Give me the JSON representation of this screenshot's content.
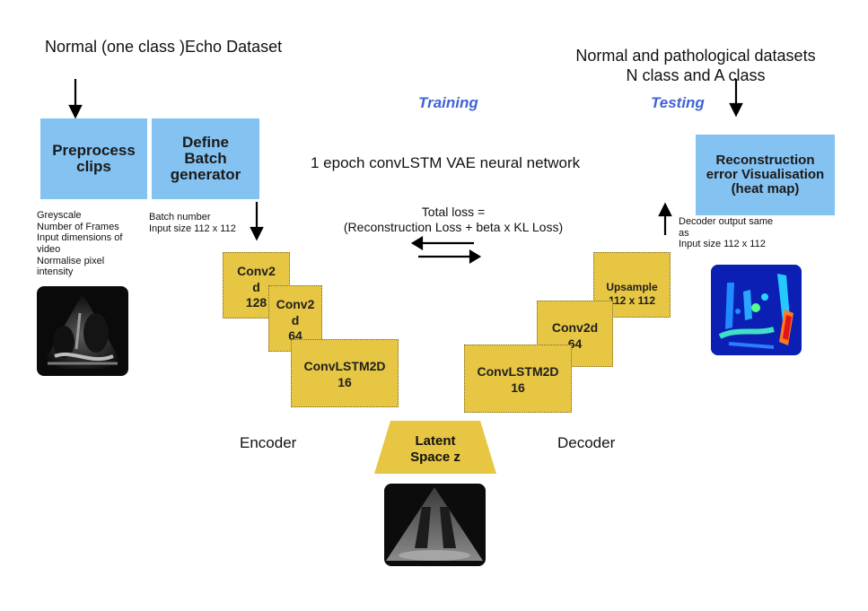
{
  "top_left_title": "Normal (one class )Echo Dataset",
  "top_right_title": "Normal and pathological datasets\nN class and A class",
  "training_label": "Training",
  "testing_label": "Testing",
  "network_title": "1 epoch  convLSTM VAE neural network",
  "loss_text": "Total loss =\n(Reconstruction Loss + beta x KL Loss)",
  "preprocess_box": "Preprocess\nclips",
  "batch_box": "Define\nBatch\ngenerator",
  "reconstruction_box": "Reconstruction\nerror Visualisation\n(heat map)",
  "preprocess_notes": "Greyscale\nNumber of Frames\nInput dimensions of\nvideo\nNormalise pixel\nintensity",
  "batch_notes": "Batch number\nInput size 112 x 112",
  "decoder_notes": "Decoder output same\nas\nInput size 112 x 112",
  "encoder_blocks": [
    "Conv2\nd\n128",
    "Conv2\nd\n64",
    "ConvLSTM2D\n16"
  ],
  "decoder_blocks": [
    "Upsample\n112 x 112",
    "Conv2d\n64",
    "ConvLSTM2D\n16"
  ],
  "encoder_label": "Encoder",
  "decoder_label": "Decoder",
  "latent_label": "Latent\nSpace z",
  "colors": {
    "blue_box": "#84c2f2",
    "gold_box": "#e6c643",
    "accent_text": "#3f63d3"
  }
}
